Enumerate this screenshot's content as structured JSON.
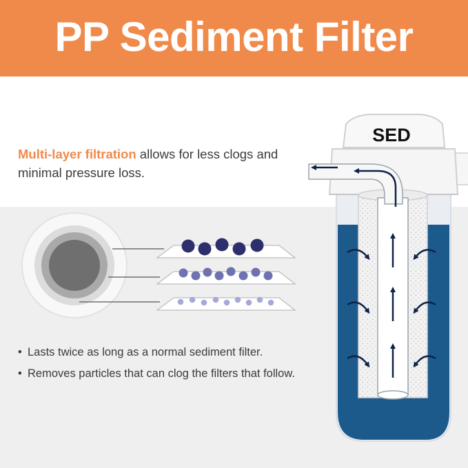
{
  "header": {
    "title": "PP Sediment Filter",
    "background_color": "#f08a4b"
  },
  "intro": {
    "highlight": "Multi-layer filtration",
    "text": " allows for less clogs and minimal pressure loss."
  },
  "filter_label": "SED",
  "bullets": [
    {
      "marker": "•",
      "text": "Lasts twice as long as a normal sediment filter."
    },
    {
      "marker": "•",
      "text": "Removes particles that can clog the filters that follow."
    }
  ],
  "colors": {
    "accent": "#f08a4b",
    "water": "#1d5a8c",
    "arrow": "#0f2347",
    "particle_large": "#2c2f6b",
    "particle_medium": "#6e72b0",
    "particle_small": "#a6a8d8",
    "text": "#3b3b3b"
  }
}
